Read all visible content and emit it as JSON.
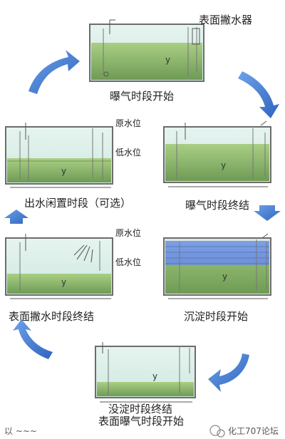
{
  "title": "",
  "top_label": "表面撇水器",
  "level_labels": {
    "high": "原水位",
    "low": "低水位"
  },
  "phases": [
    {
      "id": "aeration-start",
      "caption": "曝气时段开始"
    },
    {
      "id": "aeration-end",
      "caption": "曝气时段终结"
    },
    {
      "id": "settling-start",
      "caption": "沉淀时段开始"
    },
    {
      "id": "settling-end",
      "caption": [
        "没淀时段终结",
        "表面曝气时段开始"
      ]
    },
    {
      "id": "decant-end",
      "caption": "表面撇水时段终结"
    },
    {
      "id": "idle",
      "caption": "出水闲置时段（可选）"
    }
  ],
  "colors": {
    "water": "#cfe9e0",
    "sludge_green": "#8ab56a",
    "sludge_dark": "#6f9b55",
    "settling_blue": "#6b8ed6",
    "tank_stroke": "#6c6c6c",
    "arrow_blue": "#3e79d0"
  },
  "watermark": {
    "left": "以 ~~~",
    "right": "化工707论坛"
  }
}
